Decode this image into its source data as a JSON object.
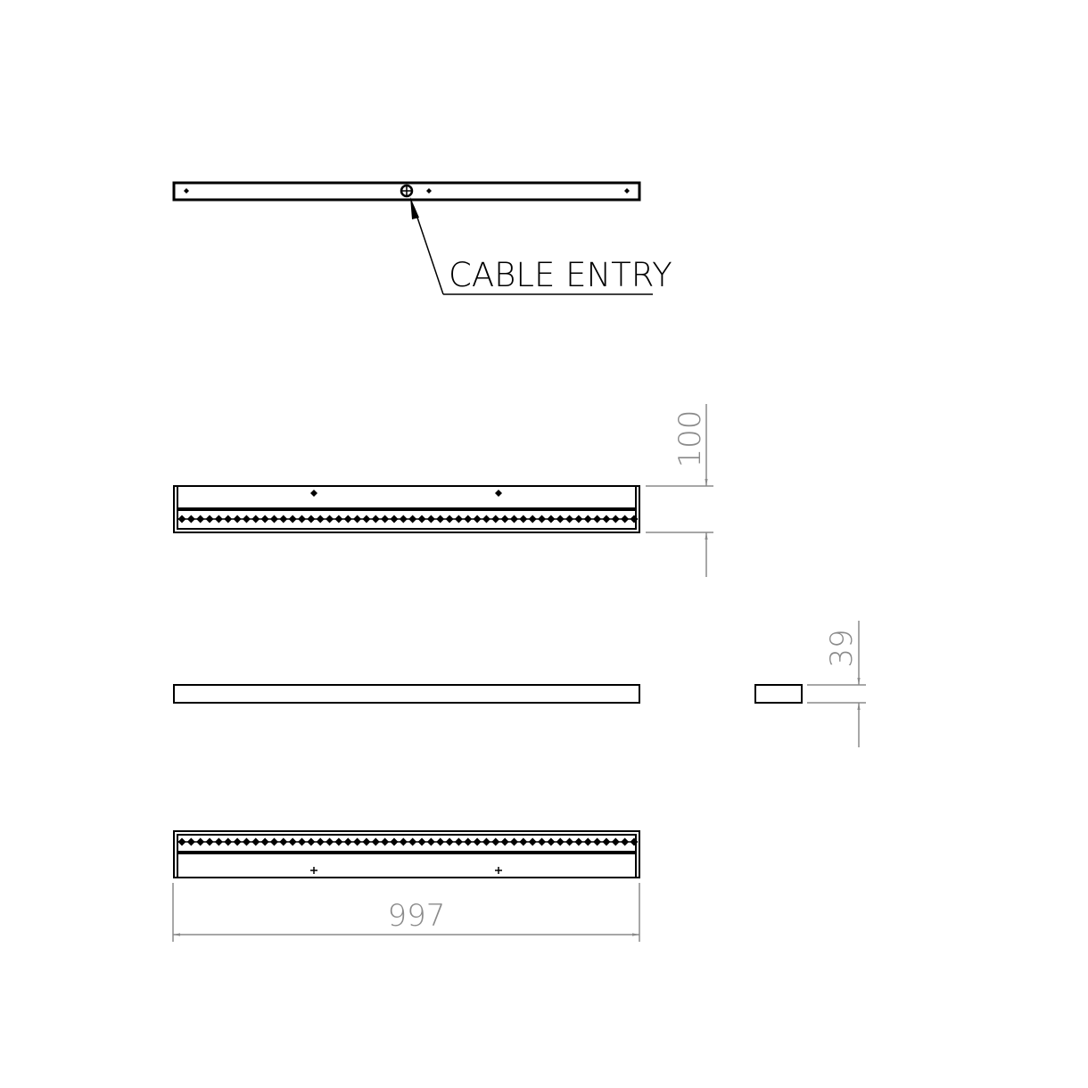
{
  "callout": {
    "cable_entry": "CABLE ENTRY"
  },
  "dimensions": {
    "height": "100",
    "depth": "39",
    "length": "997"
  },
  "colors": {
    "line": "#000000",
    "dimension": "#8a8a8a"
  }
}
